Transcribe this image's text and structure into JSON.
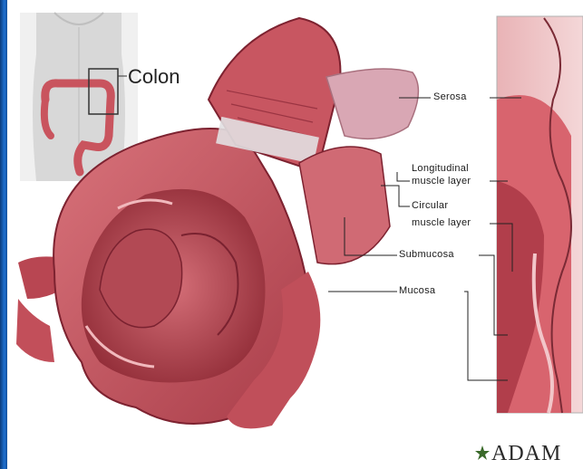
{
  "inset": {
    "title": "Colon"
  },
  "labels": {
    "serosa": "Serosa",
    "longitudinal_1": "Longitudinal",
    "longitudinal_2": "muscle layer",
    "circular_1": "Circular",
    "circular_2": "muscle layer",
    "submucosa": "Submucosa",
    "mucosa": "Mucosa"
  },
  "logo": {
    "text": "ADAM"
  },
  "colors": {
    "tissue": "#c9545e",
    "tissue_dark": "#8f2a35",
    "tissue_light": "#e8a3a6",
    "serosa": "#d9a7b4",
    "edge": "#1d6fd0"
  }
}
